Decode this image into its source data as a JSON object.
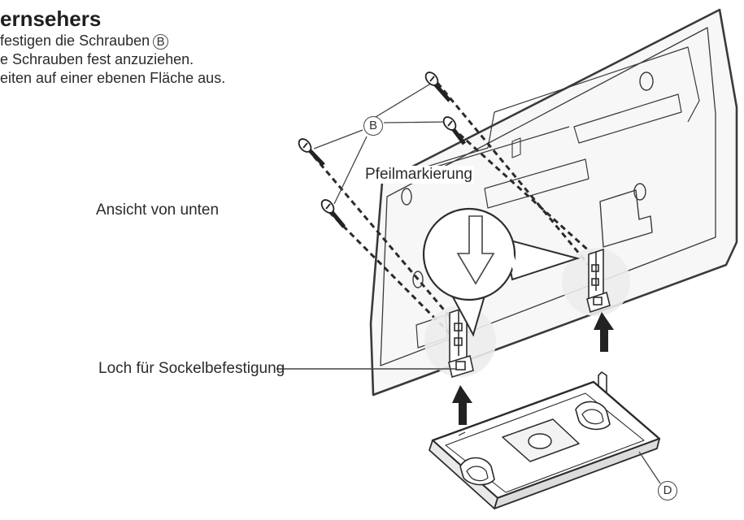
{
  "heading": "ernsehers",
  "instructions": {
    "line1_text": "festigen die Schrauben",
    "line1_circle": "B",
    "line2_text": "e Schrauben fest anzuziehen.",
    "line3_text": "eiten auf einer ebenen Fläche aus."
  },
  "labels": {
    "bottom_view": "Ansicht von unten",
    "arrow_mark": "Pfeilmarkierung",
    "hole": "Loch für Sockelbefestigung"
  },
  "callouts": {
    "screw": "B",
    "base": "D"
  },
  "icons": {
    "screw": "screw-icon",
    "arrow": "up-arrow-icon"
  }
}
